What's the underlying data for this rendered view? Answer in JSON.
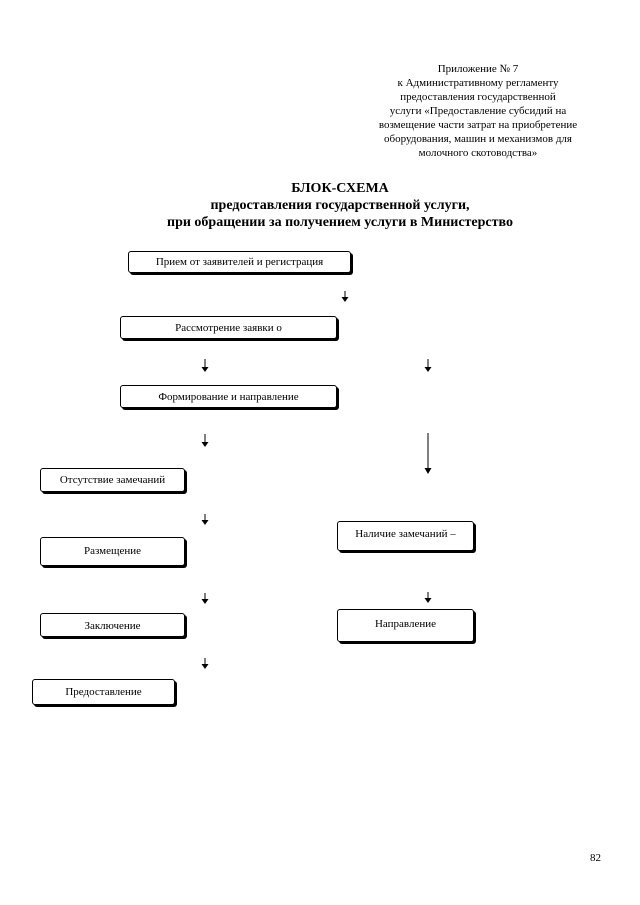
{
  "appendix": {
    "lines": [
      "Приложение № 7",
      "к Административному регламенту",
      "предоставления государственной",
      "услуги «Предоставление субсидий на",
      "возмещение части затрат на приобретение",
      "оборудования, машин и механизмов для",
      "молочного скотоводства»"
    ]
  },
  "title": {
    "line1": "БЛОК-СХЕМА",
    "line2": "предоставления государственной услуги,",
    "line3": "при обращении за получением услуги в Министерство"
  },
  "boxes": {
    "reception": "Прием от заявителей и регистрация",
    "review": "Рассмотрение заявки о",
    "formation": "Формирование и направление",
    "no_remarks": "Отсутствие замечаний",
    "placement": "Размещение",
    "conclusion": "Заключение",
    "provision": "Предоставление",
    "has_remarks": "Наличие замечаний –",
    "direction": "Направление"
  },
  "page_number": "82"
}
